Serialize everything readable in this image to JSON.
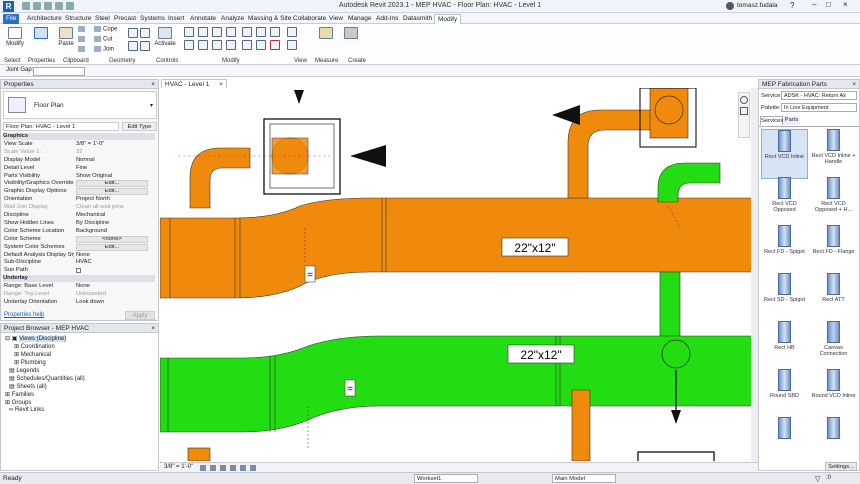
{
  "app": {
    "title": "Autodesk Revit 2023.1 - MEP HVAC - Floor Plan: HVAC - Level 1",
    "user": "tomasz.fudala"
  },
  "tabs": [
    "File",
    "Architecture",
    "Structure",
    "Steel",
    "Precast",
    "Systems",
    "Insert",
    "Annotate",
    "Analyze",
    "Massing & Site",
    "Collaborate",
    "View",
    "Manage",
    "Add-Ins",
    "Datasmith",
    "Modify"
  ],
  "ribbon": {
    "modify": "Modify",
    "properties": "Properties",
    "paste": "Paste",
    "cope": "Cope",
    "cut": "Cut",
    "join": "Join",
    "activate": "Activate",
    "measure_lbl": "Measure",
    "create_lbl": "Create",
    "sections": {
      "select": "Select",
      "properties": "Properties",
      "clipboard": "Clipboard",
      "geometry": "Geometry",
      "controls": "Controls",
      "modify": "Modify",
      "view": "View",
      "measure": "Measure",
      "create": "Create"
    }
  },
  "options": {
    "joint_gap_label": "Joint Gap:",
    "joint_gap_value": ""
  },
  "properties": {
    "header": "Properties",
    "type": "Floor Plan",
    "instance": "Floor Plan: HVAC - Level 1",
    "edit_type": "Edit Type",
    "rows": [
      {
        "k": "Graphics",
        "v": "",
        "sec": true
      },
      {
        "k": "View Scale",
        "v": "3/8\" = 1'-0\""
      },
      {
        "k": "Scale Value   1:",
        "v": "32",
        "grey": true
      },
      {
        "k": "Display Model",
        "v": "Normal"
      },
      {
        "k": "Detail Level",
        "v": "Fine"
      },
      {
        "k": "Parts Visibility",
        "v": "Show Original"
      },
      {
        "k": "Visibility/Graphics Overrides",
        "v": "Edit...",
        "btn": true
      },
      {
        "k": "Graphic Display Options",
        "v": "Edit...",
        "btn": true
      },
      {
        "k": "Orientation",
        "v": "Project North"
      },
      {
        "k": "Wall Join Display",
        "v": "Clean all wall joins",
        "grey": true
      },
      {
        "k": "Discipline",
        "v": "Mechanical"
      },
      {
        "k": "Show Hidden Lines",
        "v": "By Discipline"
      },
      {
        "k": "Color Scheme Location",
        "v": "Background"
      },
      {
        "k": "Color Scheme",
        "v": "<none>",
        "btn": true
      },
      {
        "k": "System Color Schemes",
        "v": "Edit...",
        "btn": true
      },
      {
        "k": "Default Analysis Display Style",
        "v": "None"
      },
      {
        "k": "Sub-Discipline",
        "v": "HVAC"
      },
      {
        "k": "Sun Path",
        "v": ""
      },
      {
        "k": "Underlay",
        "v": "",
        "sec": true
      },
      {
        "k": "Range: Base Level",
        "v": "None"
      },
      {
        "k": "Range: Top Level",
        "v": "Unbounded",
        "grey": true
      },
      {
        "k": "Underlay Orientation",
        "v": "Look down"
      }
    ],
    "help": "Properties help",
    "apply": "Apply"
  },
  "browser": {
    "header": "Project Browser - MEP HVAC",
    "items": [
      "Views (Discipline)",
      "Coordination",
      "Mechanical",
      "Plumbing",
      "Legends",
      "Schedules/Quantities (all)",
      "Sheets (all)",
      "Families",
      "Groups",
      "Revit Links"
    ]
  },
  "view_tab": "HVAC - Level 1",
  "canvas": {
    "duct_orange_label": "22\"x12\"",
    "duct_green_label": "22\"x12\"",
    "eq_mark": "="
  },
  "colors": {
    "orange": "#f08a0c",
    "green": "#22dd11"
  },
  "fab": {
    "header": "MEP Fabrication Parts",
    "service_label": "Service:",
    "service_value": "ADSK - HVAC: Return Air",
    "palette_label": "Palette:",
    "palette_value": "In Line Equipment",
    "tab_services": "Services",
    "tab_parts": "Parts",
    "parts": [
      "Rect VCD Inline",
      "Rect VCD Inline + Handle",
      "Rect VCD Opposed",
      "Rect VCD Opposed + H...",
      "Rect FD - Spigot",
      "Rect FD - Flange",
      "Rect SD - Spigot",
      "Rect ATT",
      "Rect HB",
      "Canvas Connection",
      "Round SBD",
      "Round VCD Inline",
      "",
      ""
    ],
    "settings": "Settings..."
  },
  "status": {
    "ready": "Ready",
    "scale": "3/8\" = 1'-0\"",
    "workset": "Workset1",
    "model": "Main Model",
    "counter": ":0"
  }
}
